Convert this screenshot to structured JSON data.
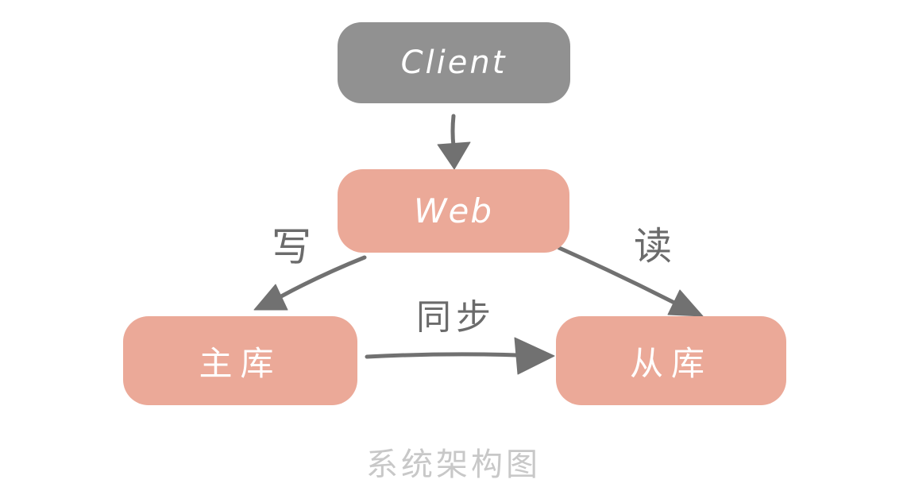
{
  "diagram": {
    "title": "系统架构图",
    "nodes": {
      "client": {
        "label": "Client"
      },
      "web": {
        "label": "Web"
      },
      "master_db": {
        "label": "主库"
      },
      "slave_db": {
        "label": "从库"
      }
    },
    "edges": {
      "web_to_master": {
        "label": "写"
      },
      "web_to_slave": {
        "label": "读"
      },
      "master_to_slave": {
        "label": "同步"
      }
    },
    "colors": {
      "client_node": "#919191",
      "salmon_node": "#EBA998",
      "node_text": "#FFFFFF",
      "arrow": "#717171",
      "edge_label_text": "#6B6B6B",
      "title_text": "#C8C8C8",
      "background": "#FFFFFF"
    }
  }
}
